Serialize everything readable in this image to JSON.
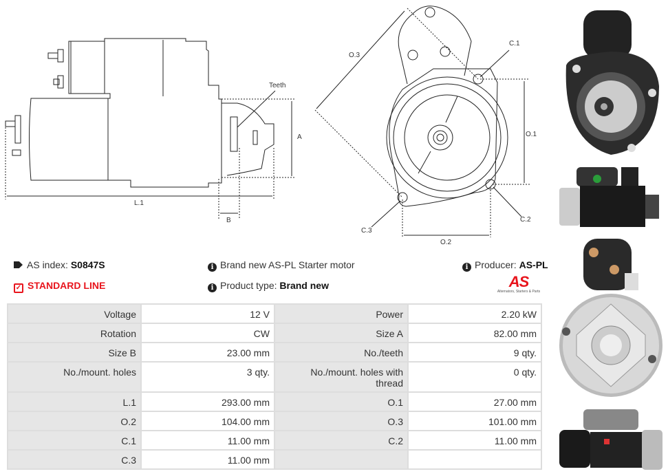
{
  "diagram": {
    "labels": {
      "teeth": "Teeth",
      "a": "A",
      "l1": "L.1",
      "b": "B",
      "o3": "O.3",
      "c1": "C.1",
      "o1": "O.1",
      "c2": "C.2",
      "c3": "C.3",
      "o2": "O.2"
    }
  },
  "info": {
    "as_index_label": "AS index:",
    "as_index_value": "S0847S",
    "standard_line": "STANDARD LINE",
    "description": "Brand new AS-PL Starter motor",
    "product_type_label": "Product type:",
    "product_type_value": "Brand new",
    "producer_label": "Producer:",
    "producer_value": "AS-PL",
    "logo_text": "AS",
    "logo_tagline": "Alternators, Starters & Parts"
  },
  "colors": {
    "accent_red": "#e8141c",
    "label_bg": "#e6e6e6",
    "border": "#dddddd"
  },
  "specs": [
    [
      "Voltage",
      "12 V",
      "Power",
      "2.20 kW"
    ],
    [
      "Rotation",
      "CW",
      "Size A",
      "82.00 mm"
    ],
    [
      "Size B",
      "23.00 mm",
      "No./teeth",
      "9 qty."
    ],
    [
      "No./mount. holes",
      "3 qty.",
      "No./mount. holes with thread",
      "0 qty."
    ],
    [
      "L.1",
      "293.00 mm",
      "O.1",
      "27.00 mm"
    ],
    [
      "O.2",
      "104.00 mm",
      "O.3",
      "101.00 mm"
    ],
    [
      "C.1",
      "11.00 mm",
      "C.2",
      "11.00 mm"
    ],
    [
      "C.3",
      "11.00 mm",
      "",
      ""
    ]
  ]
}
